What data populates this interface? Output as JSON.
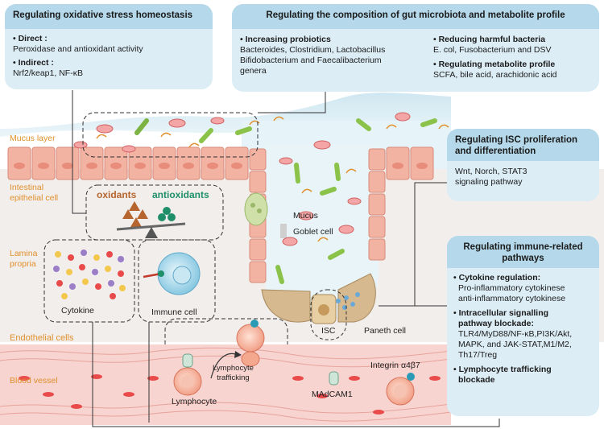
{
  "oxidative_box": {
    "title": "Regulating oxidative stress homeostasis",
    "direct_label": "• Direct :",
    "direct_text": "Peroxidase and antioxidant activity",
    "indirect_label": "• Indirect :",
    "indirect_text": "Nrf2/keap1, NF-κB"
  },
  "microbiota_box": {
    "title": "Regulating the composition of gut microbiota and metabolite profile",
    "probiotics_label": "• Increasing probiotics",
    "probiotics_line1": "Bacteroides, Clostridium, Lactobacillus",
    "probiotics_line2": "Bifidobacterium and Faecalibacterium",
    "probiotics_line3": "genera",
    "harmful_label": "• Reducing harmful bacteria",
    "harmful_text": "E. col, Fusobacterium and DSV",
    "metabolite_label": "• Regulating metabolite profile",
    "metabolite_text": "SCFA, bile acid, arachidonic acid"
  },
  "isc_box": {
    "title_line1": "Regulating ISC proliferation",
    "title_line2": "and differentiation",
    "body_line1": "Wnt, Norch, STAT3",
    "body_line2": "signaling pathway"
  },
  "immune_box": {
    "title_line1": "Regulating immune-related",
    "title_line2": "pathways",
    "cytokine_label": "• Cytokine regulation:",
    "cytokine_line1": "Pro-inflammatory cytokinese",
    "cytokine_line2": "anti-inflammatory cytokinese",
    "signal_label1": "• Intracellular signalling",
    "signal_label2": "pathway blockade:",
    "signal_line1": "TLR4/MyD88/NF-κB,PI3K/Akt,",
    "signal_line2": "MAPK, and JAK-STAT,M1/M2,",
    "signal_line3": "Th17/Treg",
    "traffic_label1": "• Lymphocyte trafficking",
    "traffic_label2": "blockade"
  },
  "side_labels": {
    "mucus_layer": "Mucus layer",
    "epithelial_line1": "Intestinal",
    "epithelial_line2": "epithelial cell",
    "lamina_line1": "Lamina",
    "lamina_line2": "propria",
    "endothelial": "Endothelial cells",
    "blood_vessel": "Blood vessel"
  },
  "scene_labels": {
    "oxidants": "oxidants",
    "antioxidants": "antioxidants",
    "mucus": "Mucus",
    "goblet_cell": "Goblet cell",
    "cytokine": "Cytokine",
    "immune_cell": "Immune cell",
    "isc": "ISC",
    "paneth_cell": "Paneth cell",
    "lymphocyte": "Lymphocyte",
    "lymphocyte_trafficking_line1": "Lymphocyte",
    "lymphocyte_trafficking_line2": "trafficking",
    "madcam1": "MAdCAM1",
    "integrin": "Integrin α4β7"
  },
  "colors": {
    "box_bg": "#dcedf6",
    "box_header": "#b5d9ea",
    "label_orange": "#e0902c",
    "oxidant_brown": "#b5652d",
    "antioxidant_green": "#1f8f6a",
    "epithelium_pink": "#f2b3a3",
    "blood_red": "#e94b4b"
  }
}
